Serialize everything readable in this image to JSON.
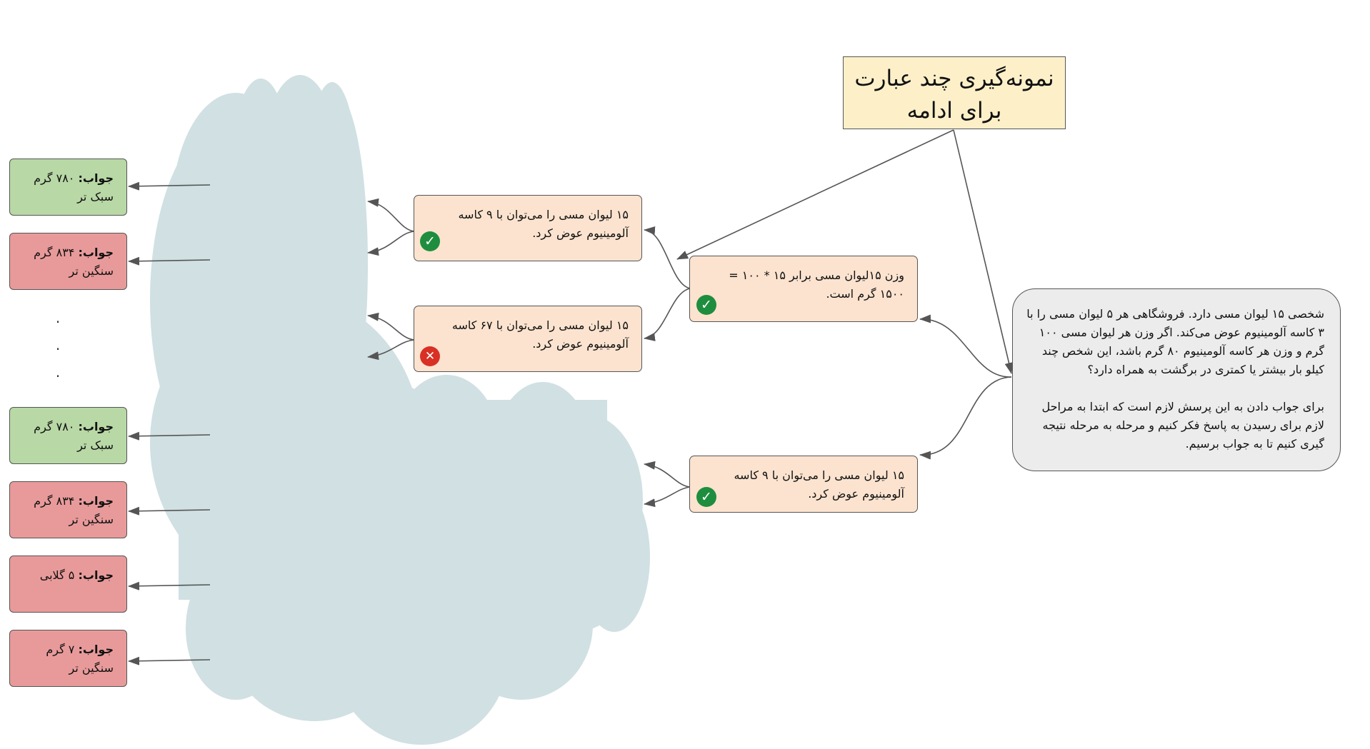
{
  "sample_label": "نمونه‌گیری چند عبارت برای ادامه",
  "question": {
    "paragraph1": "شخصی ۱۵ لیوان مسی دارد. فروشگاهی هر ۵ لیوان مسی را با ۳ کاسه آلومینیوم عوض می‌کند. اگر وزن هر لیوان مسی ۱۰۰ گرم و وزن هر کاسه آلومینیوم ۸۰ گرم باشد، این شخص چند کیلو بار بیشتر یا کمتری در برگشت به همراه دارد؟",
    "paragraph2": "برای جواب دادن به این پرسش لازم است که ابتدا به مراحل لازم برای رسیدن به پاسخ فکر کنیم و مرحله به مرحله نتیجه گیری کنیم تا به جواب برسیم."
  },
  "steps": [
    {
      "text": "وزن ۱۵لیوان مسی برابر ۱۵ * ۱۰۰ = ۱۵۰۰ گرم است.",
      "status": "correct"
    },
    {
      "text": "۱۵ لیوان مسی را می‌توان با ۹ کاسه آلومینیوم عوض کرد.",
      "status": "correct"
    },
    {
      "text": "۱۵ لیوان مسی را می‌توان با ۹ کاسه آلومینیوم عوض کرد.",
      "status": "correct"
    },
    {
      "text": "۱۵ لیوان مسی را می‌توان با ۶۷ کاسه آلومینیوم عوض کرد.",
      "status": "incorrect"
    }
  ],
  "answers": [
    {
      "label": "جواب:",
      "value": "۷۸۰ گرم سبک تر",
      "status": "correct"
    },
    {
      "label": "جواب:",
      "value": "۸۳۴ گرم سنگین تر",
      "status": "incorrect"
    },
    {
      "label": "جواب:",
      "value": "۷۸۰ گرم سبک تر",
      "status": "correct"
    },
    {
      "label": "جواب:",
      "value": "۸۳۴ گرم سنگین تر",
      "status": "incorrect"
    },
    {
      "label": "جواب:",
      "value": "۵ گلابی",
      "status": "incorrect"
    },
    {
      "label": "جواب:",
      "value": "۷ گرم سنگین تر",
      "status": "incorrect"
    }
  ],
  "ellipsis": [
    "·",
    "·",
    "·"
  ],
  "colors": {
    "step_fill": "#fbe3cf",
    "answer_correct": "#b8d8a6",
    "answer_incorrect": "#e89a9a",
    "question_fill": "#ececec",
    "sample_fill": "#fdf0c9",
    "cloud_fill": "#d0e0e3",
    "check": "#1e8e3e",
    "cross": "#d93025"
  },
  "icons": {
    "correct": "check-circle-icon",
    "incorrect": "x-circle-icon"
  }
}
